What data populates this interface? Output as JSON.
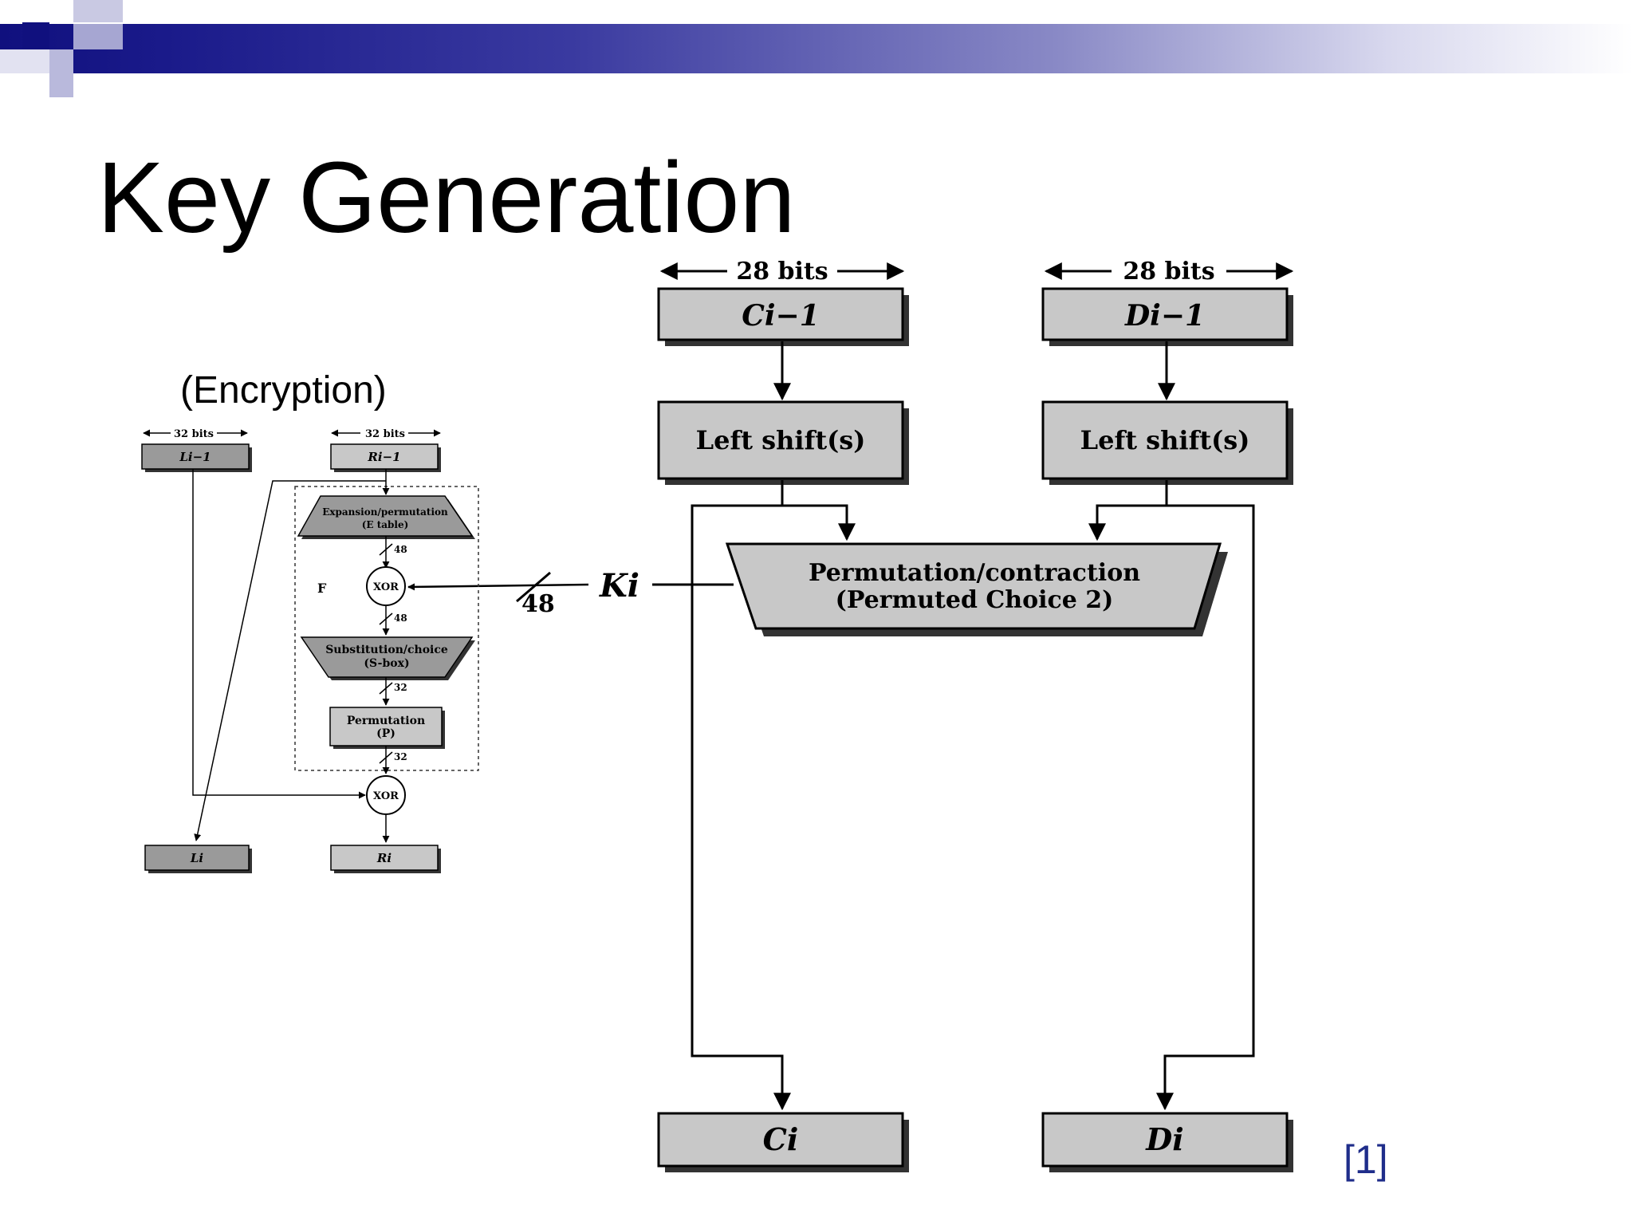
{
  "slide": {
    "title": "Key Generation",
    "subtitle": "(Encryption)",
    "citation": "[1]"
  },
  "theme": {
    "header_gradient_start": "#10107e",
    "box_fill": "#c8c8c8",
    "box_fill_dark": "#9a9a9a",
    "citation_color": "#1f2d8a"
  },
  "key_schedule": {
    "c_width": "28 bits",
    "d_width": "28 bits",
    "c_prev": "Ci−1",
    "d_prev": "Di−1",
    "left_shift": "Left shift(s)",
    "pc2_line1": "Permutation/contraction",
    "pc2_line2": "(Permuted Choice 2)",
    "ki": "Ki",
    "ki_bits": "48",
    "c_out": "Ci",
    "d_out": "Di"
  },
  "round": {
    "l_width": "32 bits",
    "r_width": "32 bits",
    "l_prev": "Li−1",
    "r_prev": "Ri−1",
    "expansion_line1": "Expansion/permutation",
    "expansion_line2": "(E table)",
    "bits_after_expansion": "48",
    "f_label": "F",
    "xor": "XOR",
    "bits_after_xor": "48",
    "sbox_line1": "Substitution/choice",
    "sbox_line2": "(S-box)",
    "bits_after_sbox": "32",
    "perm_line1": "Permutation",
    "perm_line2": "(P)",
    "bits_after_perm": "32",
    "l_out": "Li",
    "r_out": "Ri"
  }
}
